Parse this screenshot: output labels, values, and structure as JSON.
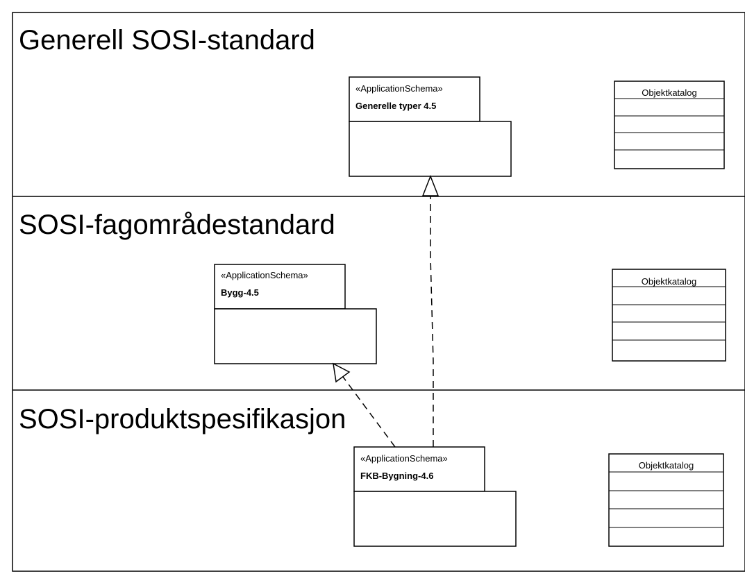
{
  "bands": [
    {
      "title": "Generell SOSI-standard"
    },
    {
      "title": "SOSI-fagområdestandard"
    },
    {
      "title": "SOSI-produktspesifikasjon"
    }
  ],
  "packages": [
    {
      "stereotype": "«ApplicationSchema»",
      "name": "Generelle typer 4.5"
    },
    {
      "stereotype": "«ApplicationSchema»",
      "name": "Bygg-4.5"
    },
    {
      "stereotype": "«ApplicationSchema»",
      "name": "FKB-Bygning-4.6"
    }
  ],
  "catalogs": [
    {
      "label": "Objektkatalog"
    },
    {
      "label": "Objektkatalog"
    },
    {
      "label": "Objektkatalog"
    }
  ]
}
